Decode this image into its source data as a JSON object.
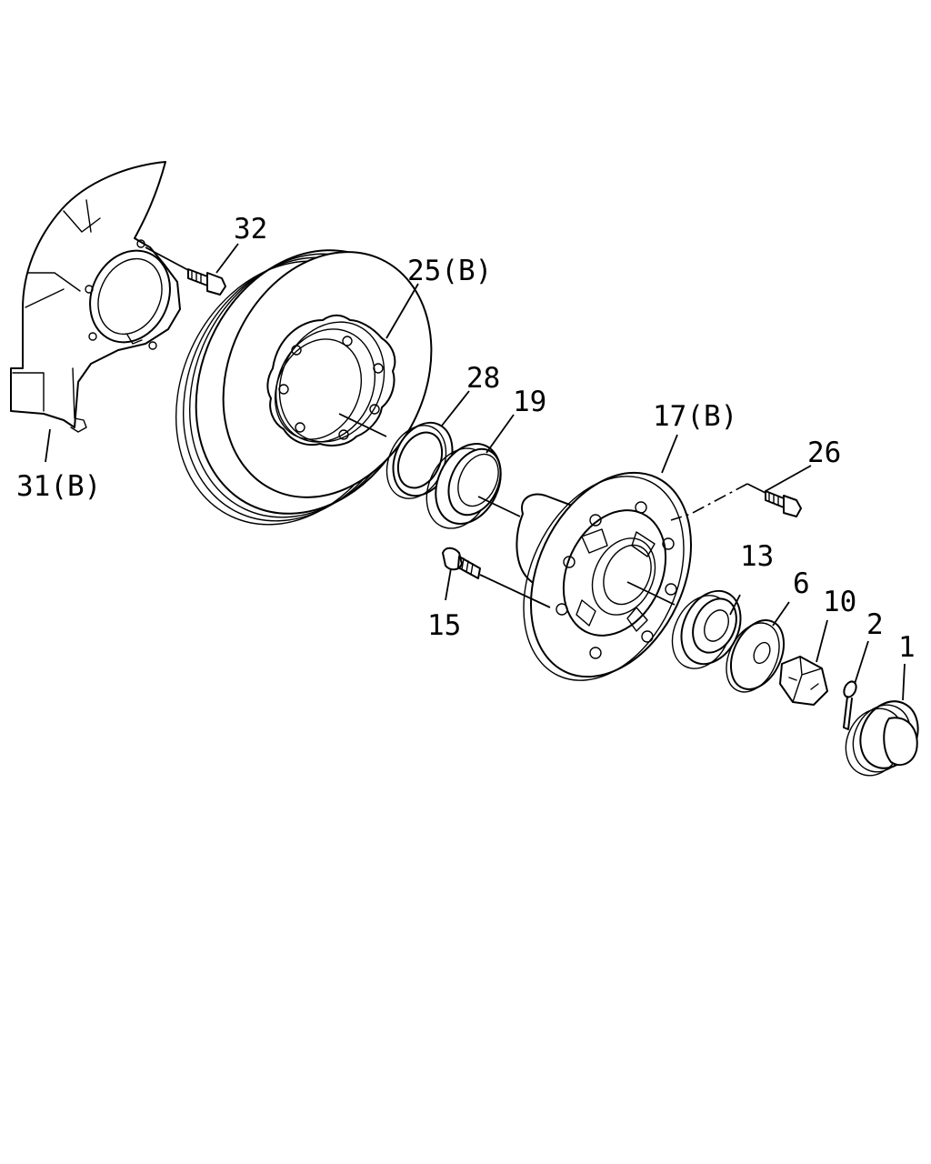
{
  "callouts": {
    "p1": "1",
    "p2": "2",
    "p6": "6",
    "p10": "10",
    "p13": "13",
    "p15": "15",
    "p17": "17(B)",
    "p19": "19",
    "p25": "25(B)",
    "p26": "26",
    "p28": "28",
    "p31": "31(B)",
    "p32": "32"
  }
}
